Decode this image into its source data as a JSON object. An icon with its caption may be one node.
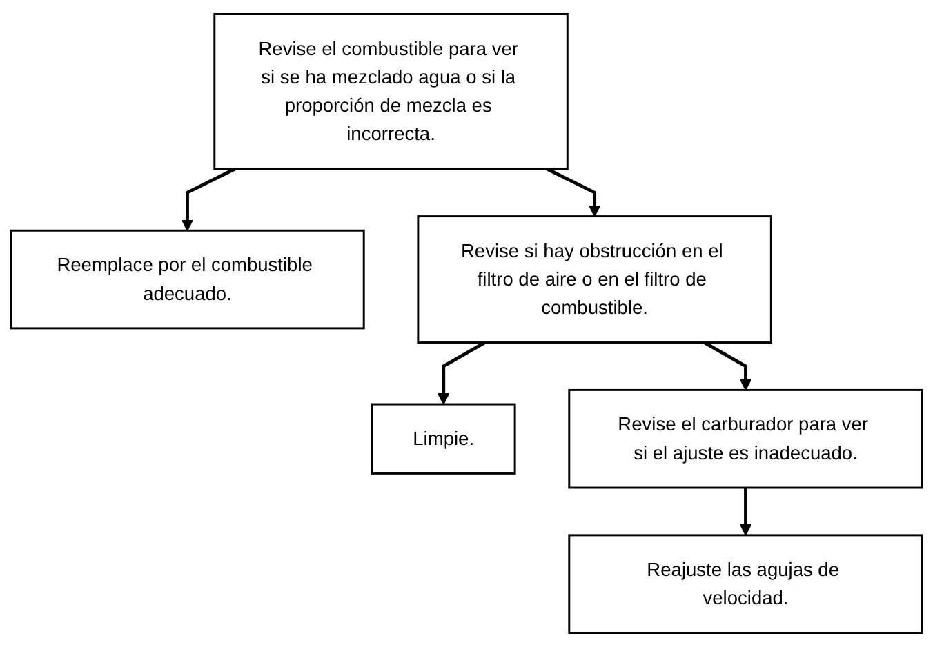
{
  "diagram": {
    "nodes": [
      {
        "text": [
          "Revise el combustible para ver si se ha mezclado agua o si la proporción de mezcla es incorrecta."
        ]
      },
      {
        "text": [
          "Reemplace por el combustible adecuado."
        ]
      },
      {
        "text": [
          "Revise si hay obstrucción en el filtro de aire o en el filtro de combustible."
        ]
      },
      {
        "text": [
          "Limpie."
        ]
      },
      {
        "text": [
          "Revise el carburador para ver si el ajuste es inadecuado."
        ]
      },
      {
        "text": [
          "Reajuste las agujas de velocidad."
        ]
      }
    ],
    "edges": [
      {
        "from": 0,
        "to": 1,
        "arrow": "to"
      },
      {
        "from": 0,
        "to": 2,
        "arrow": "to"
      },
      {
        "from": 2,
        "to": 3,
        "arrow": "to"
      },
      {
        "from": 2,
        "to": 4,
        "arrow": "to"
      },
      {
        "from": 4,
        "to": 5,
        "arrow": "to"
      }
    ]
  }
}
